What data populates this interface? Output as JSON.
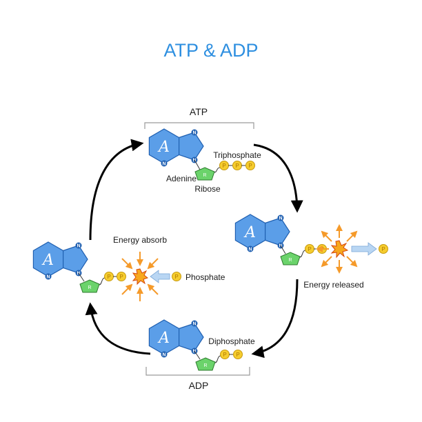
{
  "title": "ATP & ADP",
  "labels": {
    "atp": "ATP",
    "adp": "ADP",
    "adenine": "Adenine",
    "ribose": "Ribose",
    "triphosphate": "Triphosphate",
    "diphosphate": "Diphosphate",
    "energy_absorb": "Energy absorb",
    "phosphate": "Phosphate",
    "energy_released": "Energy released"
  },
  "glyphs": {
    "adenine": "A",
    "nitrogen": "N",
    "ribose": "R",
    "phosphate": "P"
  },
  "colors": {
    "title": "#2e8fe0",
    "adenine_fill": "#5b9ee8",
    "adenine_stroke": "#1f5fb0",
    "ribose_fill": "#6bd36b",
    "phosphate_fill": "#f5cc2e",
    "energy_arrow": "#f59a2a",
    "burst_fill": "#f7a81e",
    "transfer_arrow": "#b9d6f3",
    "cycle_arrow": "#000000"
  }
}
